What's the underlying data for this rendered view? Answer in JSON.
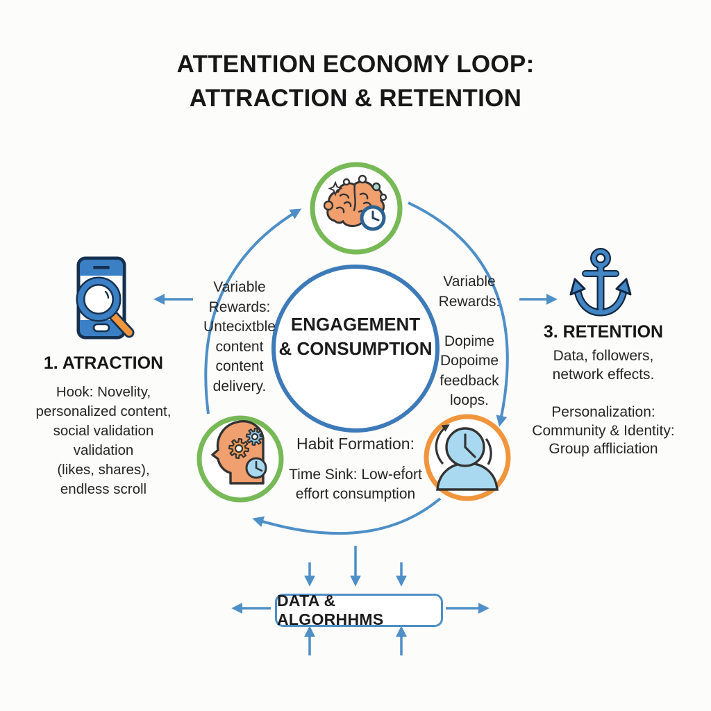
{
  "title": "ATTENTION ECONOMY LOOP:\nATTRACTION & RETENTION",
  "center": {
    "label": "ENGAGEMENT\n& CONSUMPTION"
  },
  "loop_labels": {
    "left": "Variable\nRewards:\nUntecixtble\ncontent\ncontent\ndelivery.",
    "right": "Variable\nRewards:\n\nDopime\nDopoime\nfeedback\nloops.",
    "bottom_title": "Habit Formation:",
    "bottom_body": "Time Sink: Low-ef́ort\neffort consumption"
  },
  "attraction": {
    "icon": "phone-search-icon",
    "heading": "1. ATRACTION",
    "body": "Hook: Novelity,\npersonalized content,\nsocial validation\nvalidation\n(likes, shares),\nendless scroll"
  },
  "retention": {
    "icon": "anchor-icon",
    "heading": "3. RETENTION",
    "body": "Data, followers,\nnetwork effects.\n\nPersonalization:\nCommunity & Identity:\nGroup affliciation"
  },
  "nodes": {
    "top": {
      "icon": "brain-clock-icon",
      "ring_color": "#77b956"
    },
    "bottom_left": {
      "icon": "head-gears-clock-icon",
      "ring_color": "#77b956"
    },
    "bottom_right": {
      "icon": "person-clock-refresh-icon",
      "ring_color": "#f0953c"
    }
  },
  "data_box": {
    "label": "DATA & ALGORHHMS"
  },
  "colors": {
    "arrow_blue": "#4e8fc7",
    "center_circle_blue": "#3c7ab8",
    "ring_green": "#77b956",
    "ring_orange": "#f0953c",
    "icon_orange": "#f09f6d",
    "icon_light_blue": "#a9d9f0",
    "icon_dark_outline": "#333333",
    "anchor_blue": "#4286c5",
    "text_dark": "#1d1d1f"
  }
}
